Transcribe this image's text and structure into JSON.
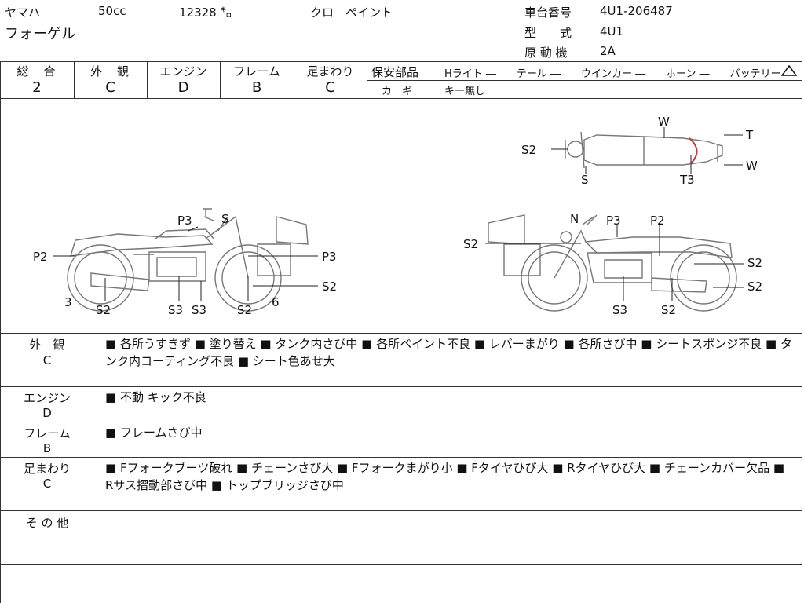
{
  "header": {
    "maker": "ヤマハ",
    "displacement": "50cc",
    "mileage": "12328 ㌔",
    "color": "クロ　ペイント",
    "model_name": "フォーゲル",
    "frame_no_label": "車台番号",
    "frame_no": "4U1-206487",
    "type_label": "型　　式",
    "type_value": "4U1",
    "engine_label": "原 動 機",
    "engine_value": "2A"
  },
  "grades": [
    {
      "label": "総　合",
      "value": "2"
    },
    {
      "label": "外　観",
      "value": "C"
    },
    {
      "label": "エンジン",
      "value": "D"
    },
    {
      "label": "フレーム",
      "value": "B"
    },
    {
      "label": "足まわり",
      "value": "C"
    }
  ],
  "safety": {
    "label": "保安部品",
    "row1": "Hライト ―　　テール ―　　ウインカー ―　　ホーン ―　　バッテリー",
    "key_label": "カ　ギ",
    "key_value": "キー無し"
  },
  "diagram": {
    "left_labels": [
      "P3",
      "S",
      "P2",
      "P3",
      "S2",
      "3",
      "S2",
      "S3",
      "S3",
      "S2",
      "6"
    ],
    "right_labels": [
      "N",
      "P3",
      "P2",
      "S2",
      "S2",
      "S2",
      "S3",
      "S2"
    ],
    "top_labels": [
      "W",
      "S2",
      "T",
      "W",
      "S",
      "T3"
    ]
  },
  "sections": [
    {
      "label_top": "外　観",
      "label_bottom": "C",
      "text": "■ 各所うすきず ■ 塗り替え ■ タンク内さび中 ■ 各所ペイント不良 ■ レバーまがり ■ 各所さび中 ■ シートスポンジ不良 ■ タンク内コーティング不良 ■ シート色あせ大"
    },
    {
      "label_top": "エンジン",
      "label_bottom": "D",
      "text": "■ 不動 キック不良"
    },
    {
      "label_top": "フレーム",
      "label_bottom": "B",
      "text": "■ フレームさび中"
    },
    {
      "label_top": "足まわり",
      "label_bottom": "C",
      "text": "■ Fフォークブーツ破れ ■ チェーンさび大 ■ Fフォークまがり小 ■ Fタイヤひび大 ■ Rタイヤひび大 ■ チェーンカバー欠品 ■ Rサス摺動部さび中 ■ トップブリッジさび中"
    },
    {
      "label_top": "そ の 他",
      "label_bottom": "",
      "text": ""
    }
  ]
}
